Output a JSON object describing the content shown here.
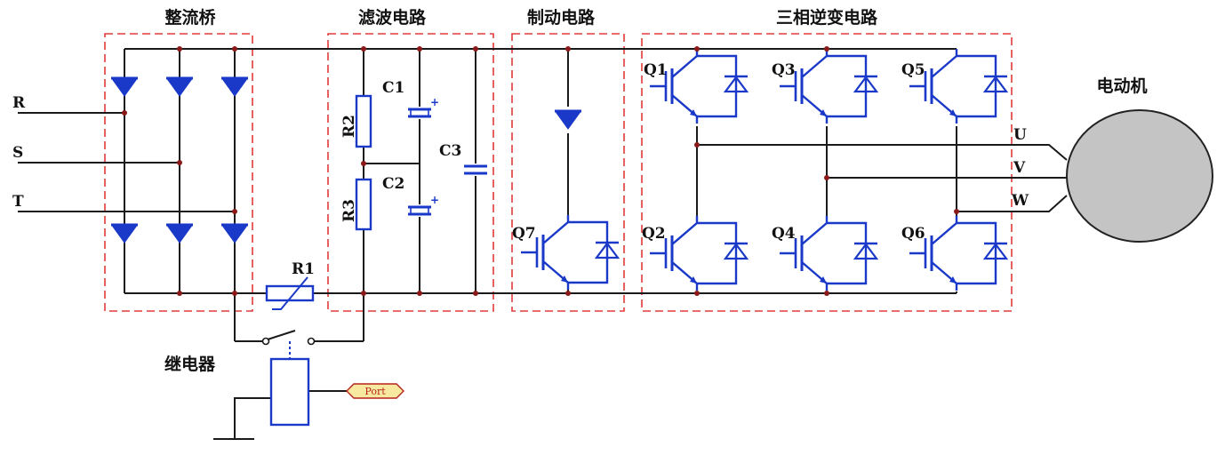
{
  "sections": {
    "rectifier": "整流桥",
    "filter": "滤波电路",
    "brake": "制动电路",
    "inverter": "三相逆变电路",
    "motor": "电动机"
  },
  "inputs": {
    "r": "R",
    "s": "S",
    "t": "T"
  },
  "components": {
    "r1": "R1",
    "r2": "R2",
    "r3": "R3",
    "c1": "C1",
    "c2": "C2",
    "c3": "C3",
    "q1": "Q1",
    "q2": "Q2",
    "q3": "Q3",
    "q4": "Q4",
    "q5": "Q5",
    "q6": "Q6",
    "q7": "Q7"
  },
  "outputs": {
    "u": "U",
    "v": "V",
    "w": "W"
  },
  "relay": {
    "label": "继电器",
    "port": "Port"
  },
  "colors": {
    "wire": "#1a1a1a",
    "device": "#1a39c9",
    "box": "#e23a3a",
    "motor": "#c4c4c4",
    "port": "#f7eaa0",
    "port_text": "#b8241c"
  }
}
